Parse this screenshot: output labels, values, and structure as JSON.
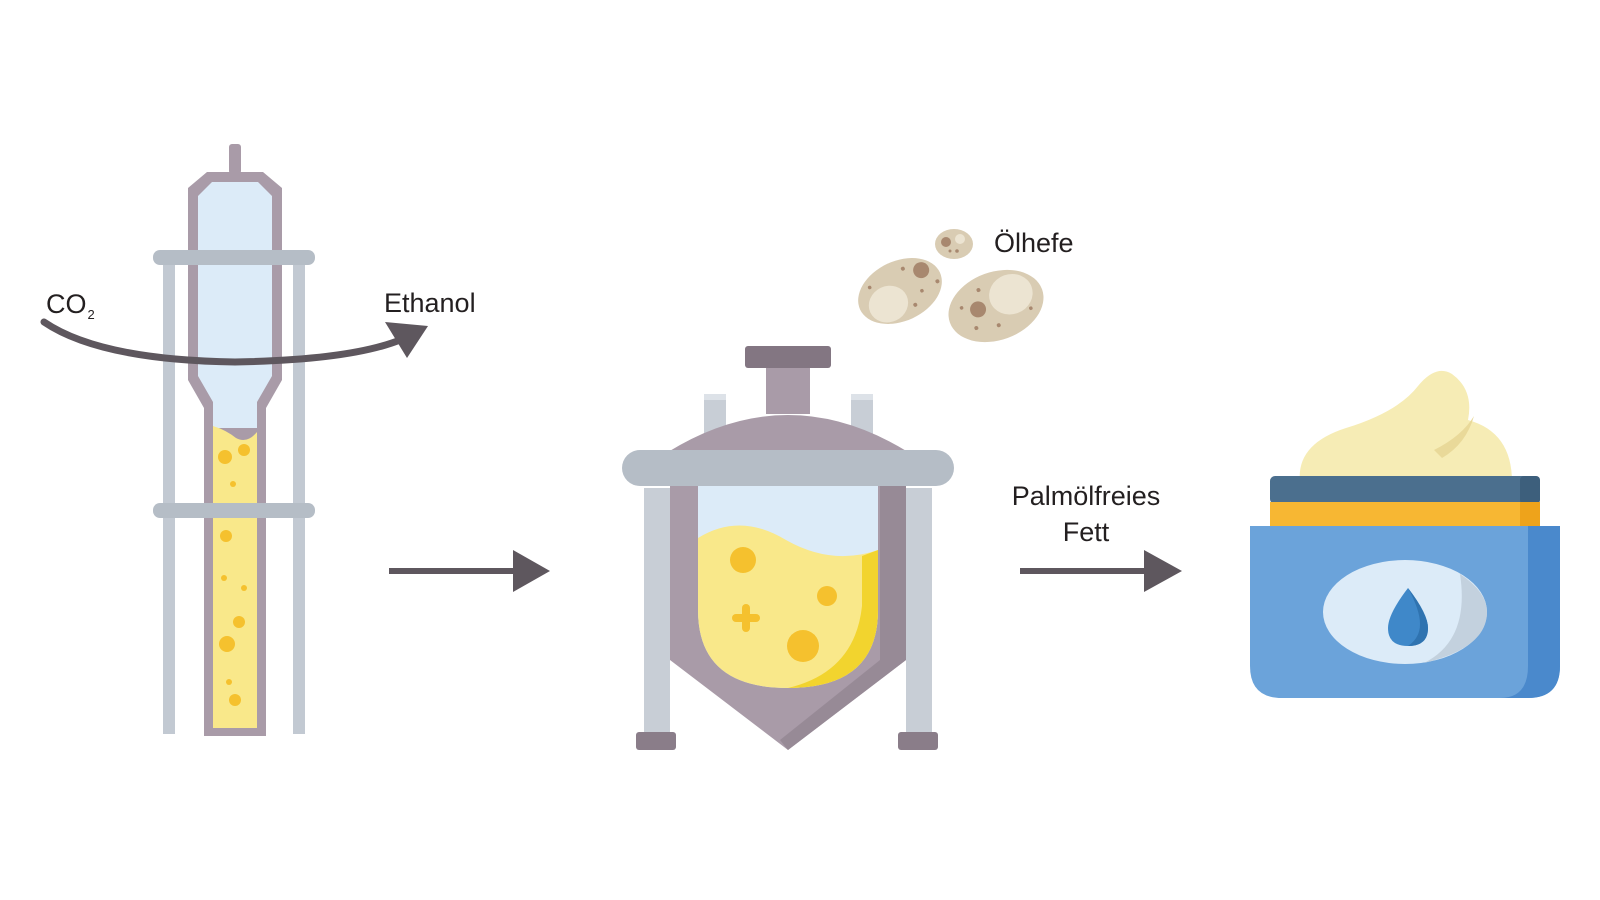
{
  "labels": {
    "co2_main": "CO",
    "co2_subscript": "2",
    "ethanol": "Ethanol",
    "oelhefe": "Ölhefe",
    "product_line1": "Palmölfreies",
    "product_line2": "Fett"
  },
  "colors": {
    "arrow": "#5e575e",
    "vessel_metal": "#a99ba8",
    "vessel_metal_dark": "#8a7d89",
    "frame": "#b5bdc6",
    "glass": "#dcebf8",
    "liquid": "#f9e88a",
    "liquid_dark": "#f2d42e",
    "bubble": "#f5c12e",
    "yeast": "#d9ccb3",
    "yeast_spot": "#a8886f",
    "jar_blue": "#6ba3da",
    "jar_blue_dark": "#4a89cc",
    "jar_lid": "#4b6f8e",
    "jar_band": "#f7b733",
    "cream": "#f6ecb5",
    "drop": "#3f88c9"
  },
  "icons": [
    "bioreactor-column-icon",
    "fermenter-tank-icon",
    "oleaginous-yeast-icon",
    "cream-jar-icon",
    "water-drop-icon"
  ]
}
